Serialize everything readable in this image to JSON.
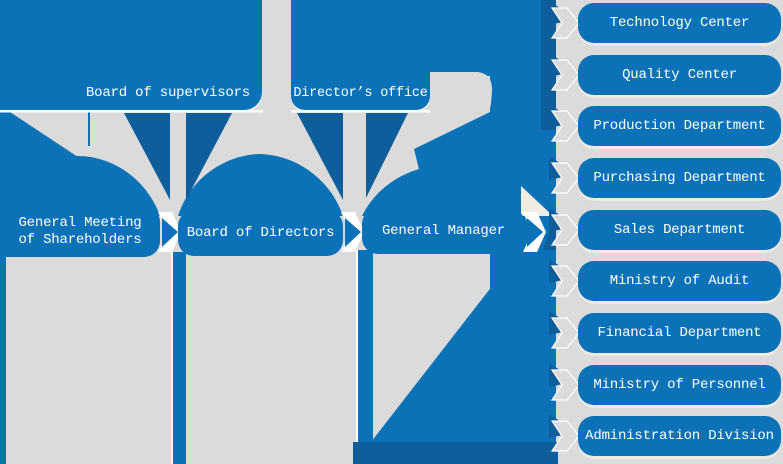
{
  "palette": {
    "primary": "#0C72B8",
    "dark": "#0D5E9B",
    "bg": "#DBDBDB",
    "shadow": "#F1ECE2"
  },
  "top_row": {
    "supervisors": "Board of supervisors",
    "directors_office": "Director’s office"
  },
  "middle_row": {
    "general_meeting": {
      "line1": "General Meeting",
      "line2": "of Shareholders"
    },
    "board_of_directors": "Board of Directors",
    "general_manager": "General Manager"
  },
  "departments": [
    "Technology Center",
    "Quality Center",
    "Production Department",
    "Purchasing Department",
    "Sales Department",
    "Ministry of Audit",
    "Financial Department",
    "Ministry of Personnel",
    "Administration Division"
  ]
}
